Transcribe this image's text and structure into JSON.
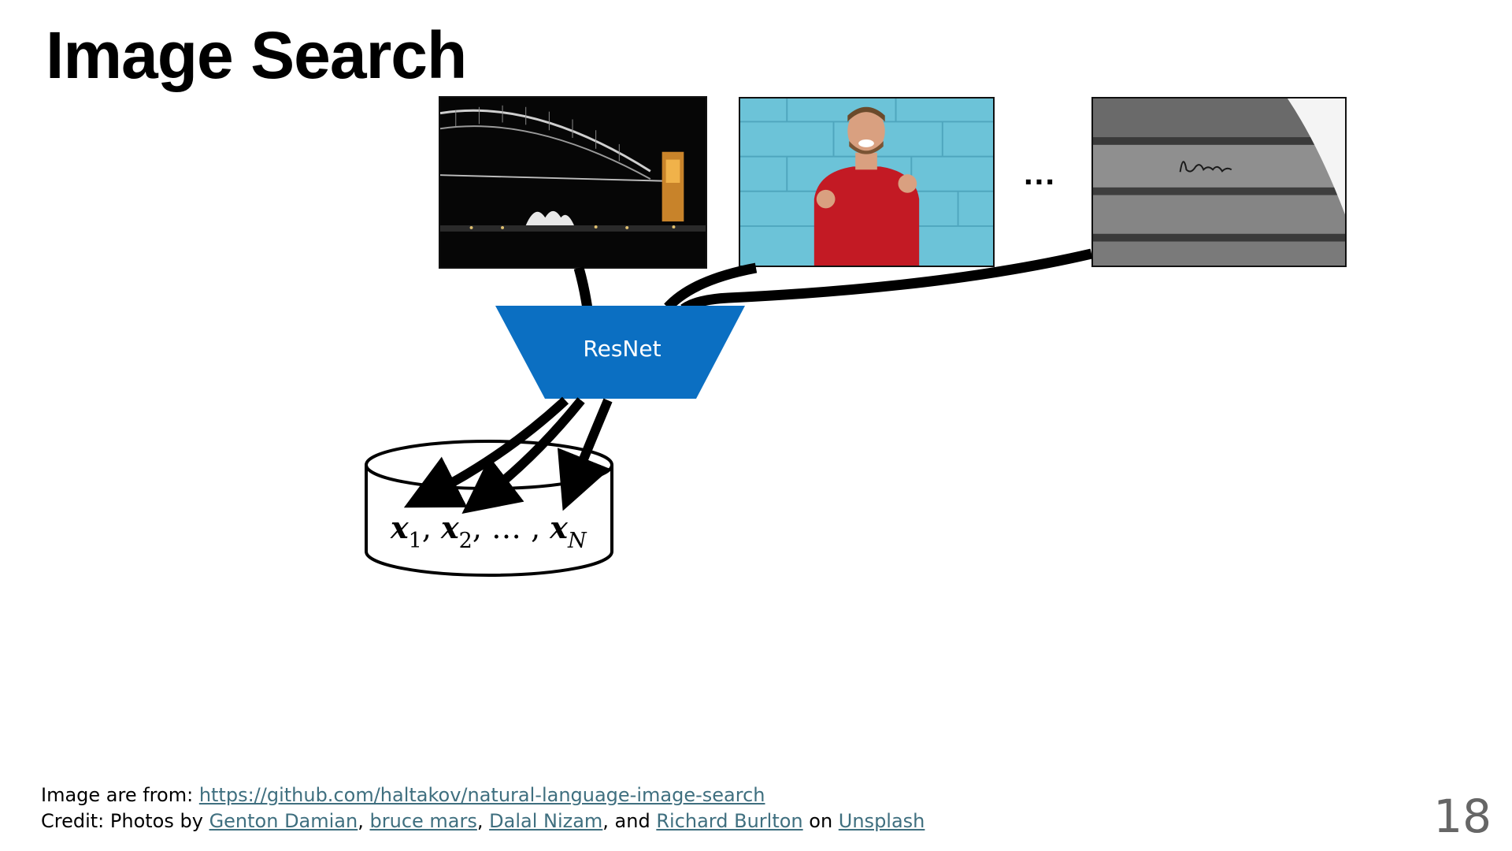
{
  "slide": {
    "title": "Image Search",
    "page_number": "18"
  },
  "photos": [
    {
      "icon": "sydney-harbour-night-photo"
    },
    {
      "icon": "laughing-man-red-sweater-photo"
    },
    {
      "icon": "love-stairs-bw-photo"
    }
  ],
  "diagram": {
    "ellipsis": "...",
    "encoder_label": "ResNet",
    "database": {
      "x1": "x",
      "sub1": "1",
      "x2": "x",
      "sub2": "2",
      "dots": "…",
      "xn": "x",
      "subn": "N"
    },
    "colors": {
      "encoder_fill": "#0b6fc2",
      "arrow": "#000000"
    }
  },
  "footer": {
    "line1_prefix": "Image are from: ",
    "line1_link": "https://github.com/haltakov/natural-language-image-search",
    "line2_prefix": "Credit: Photos by ",
    "credit1": "Genton Damian",
    "sep1": ", ",
    "credit2": "bruce mars",
    "sep2": ", ",
    "credit3": "Dalal Nizam",
    "sep3": ", and ",
    "credit4": "Richard Burlton",
    "sep4": " on ",
    "credit5": "Unsplash"
  }
}
